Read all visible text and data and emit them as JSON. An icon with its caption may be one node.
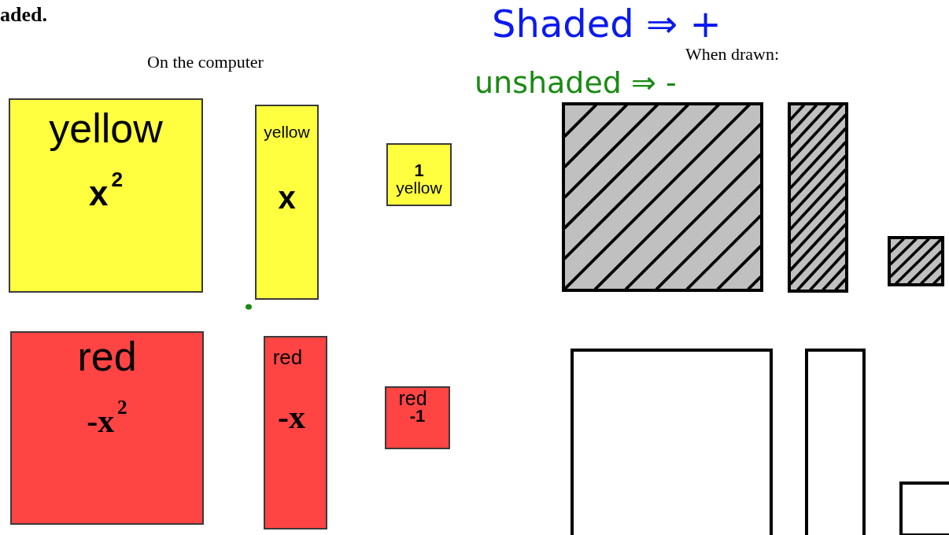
{
  "diagram": {
    "nodes": [
      {
        "text": [
          "yellow",
          "x$^{2}$"
        ]
      },
      {
        "text": [
          "yellow",
          "x"
        ]
      },
      {
        "text": [
          "1",
          "yellow"
        ]
      },
      {
        "text": [],
        "shape": "box"
      },
      {
        "text": [],
        "shape": "box"
      },
      {
        "text": [],
        "shape": "box"
      },
      {
        "text": [
          "red",
          "-x$^{2}$"
        ]
      },
      {
        "text": [
          "red",
          "-x"
        ]
      },
      {
        "text": [
          "red",
          "-1"
        ]
      },
      {
        "text": [],
        "shape": "box"
      },
      {
        "text": [],
        "shape": "box"
      },
      {
        "text": [],
        "shape": "box"
      }
    ],
    "labels": [
      "aded.",
      "On the computer",
      "Shaded ⇒ +",
      "When drawn:",
      "unshaded ⇒ -"
    ]
  }
}
